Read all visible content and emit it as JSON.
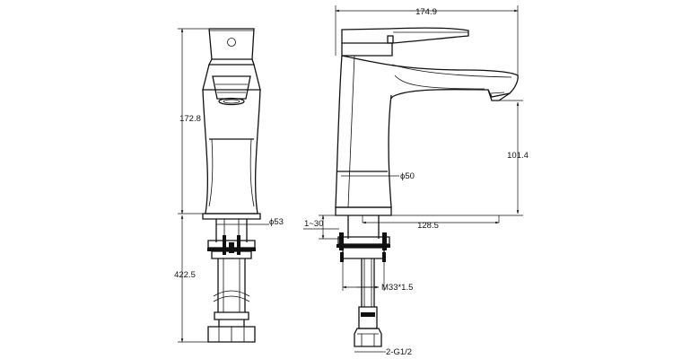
{
  "dimensions": {
    "overall_width": "174.9",
    "body_height": "172.8",
    "spout_height": "101.4",
    "spout_reach": "128.5",
    "base_diameter": "ϕ50",
    "shank_diameter": "ϕ53",
    "counter_thickness": "1~30",
    "hose_length": "422.5",
    "thread_size": "M33*1.5",
    "hose_connector": "2-G1/2"
  }
}
